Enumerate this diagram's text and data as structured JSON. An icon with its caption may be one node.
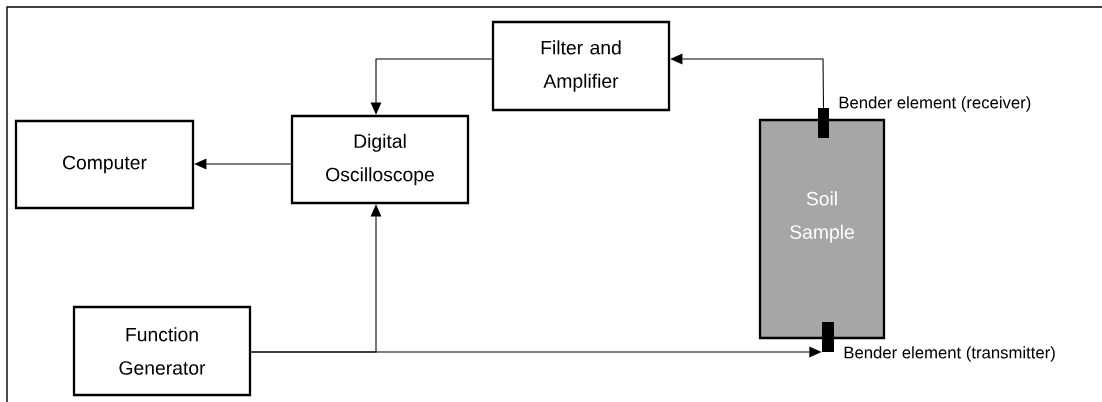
{
  "diagram": {
    "nodes": [
      {
        "text": [
          "Filter and Amplifier"
        ]
      },
      {
        "text": [
          "Computer"
        ]
      },
      {
        "text": [
          "Digital Oscilloscope"
        ]
      },
      {
        "text": [
          "Soil Sample"
        ]
      },
      {
        "text": [
          "Function Generator"
        ]
      },
      {
        "text": [],
        "shape": "bar",
        "beside": [
          "Bender element (receiver)"
        ]
      },
      {
        "text": [],
        "shape": "bar",
        "beside": [
          "Bender element (transmitter)"
        ]
      }
    ],
    "edges": [
      {
        "from": 5,
        "to": 0,
        "arrow": "to"
      },
      {
        "from": 0,
        "to": 2,
        "arrow": "to"
      },
      {
        "from": 2,
        "to": 1,
        "arrow": "to"
      },
      {
        "from": 4,
        "to": 6,
        "arrow": "to"
      },
      {
        "from": 4,
        "to": 2,
        "arrow": "to"
      }
    ]
  }
}
